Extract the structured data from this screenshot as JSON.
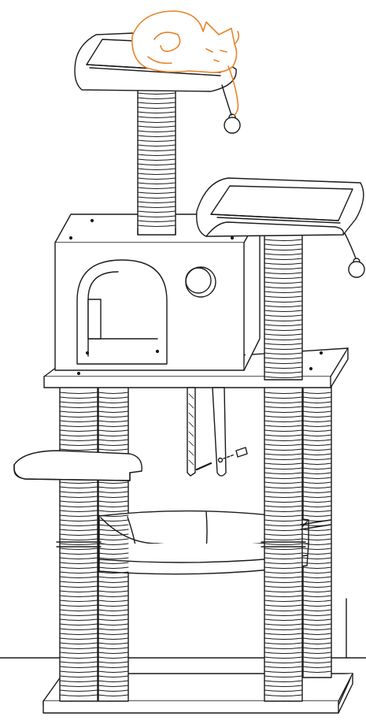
{
  "image": {
    "subject": "cat-tree",
    "style": "line-drawing",
    "colors": {
      "line": "#1a1a1a",
      "fill": "#ffffff",
      "cat_outline": "#e8832a"
    },
    "parts": [
      "top-perch-with-cat",
      "sisal-post",
      "condo-box",
      "side-perch-bed",
      "middle-platform",
      "hanging-toy-ball",
      "dangling-rope-strap",
      "screw-and-anchor",
      "left-side-step",
      "hammock",
      "base-board"
    ]
  }
}
